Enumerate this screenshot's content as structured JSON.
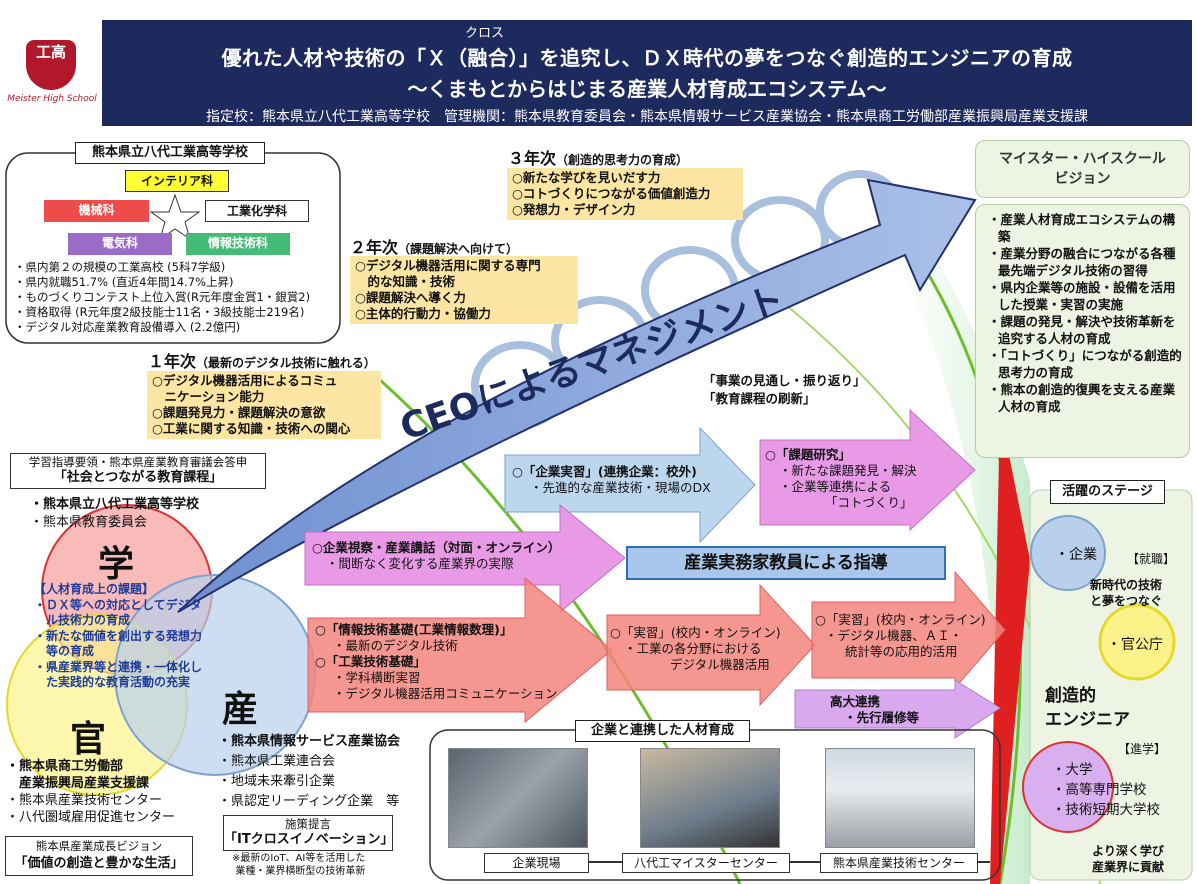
{
  "header": {
    "ruby": "クロス",
    "title1": "優れた人材や技術の「Ｘ（融合）」を追究し、ＤＸ時代の夢をつなぐ創造的エンジニアの育成",
    "title2": "～くまもとからはじまる産業人材育成エコシステム～",
    "sub": "指定校：熊本県立八代工業高等学校　管理機関：熊本県教育委員会・熊本県情報サービス産業協会・熊本県商工労働部産業振興局産業支援課",
    "logo_text": "Meister High School",
    "logo_mark": "工高"
  },
  "school": {
    "title": "熊本県立八代工業高等学校",
    "depts": [
      "インテリア科",
      "機械科",
      "工業化学科",
      "電気科",
      "情報技術科"
    ],
    "facts": [
      "・県内第２の規模の工業高校 (5科7学級)",
      "・県内就職51.7% (直近4年間14.7%上昇)",
      "・ものづくりコンテスト上位入賞(R元年度金賞1・銀賞2)",
      "・資格取得 (R元年度2級技能士11名・3級技能士219名)",
      "・デジタル対応産業教育設備導入 (2.2億円)"
    ]
  },
  "years": [
    {
      "label": "３年次",
      "sub": "（創造的思考力の育成）",
      "items": [
        "○新たな学びを見いだす力",
        "○コトづくりにつながる価値創造力",
        "○発想力・デザイン力"
      ]
    },
    {
      "label": "２年次",
      "sub": "（課題解決へ向けて）",
      "items": [
        "○デジタル機器活用に関する専門",
        "　的な知識・技術",
        "○課題解決へ導く力",
        "○主体的行動力・協働力"
      ]
    },
    {
      "label": "１年次",
      "sub": "（最新のデジタル技術に触れる）",
      "items": [
        "○デジタル機器活用によるコミュ",
        "　ニケーション能力",
        "○課題発見力・課題解決の意欲",
        "○工業に関する知識・技術への関心"
      ]
    }
  ],
  "ceo": "CEOによるマネジメント",
  "review": [
    "「事業の見通し・振り返り」",
    "「教育課程の刷新」"
  ],
  "vision": {
    "title1": "マイスター・ハイスクール",
    "title2": "ビジョン",
    "items": [
      "・産業人材育成エコシステムの構築",
      "・産業分野の融合につながる各種最先端デジタル技術の習得",
      "・県内企業等の施設・設備を活用した授業・実習の実施",
      "・課題の発見・解決や技術革新を追究する人材の育成",
      "・「コトづくり」につながる創造的思考力の育成",
      "・熊本の創造的復興を支える産業人材の育成"
    ]
  },
  "curriculum": {
    "line1": "学習指導要領・熊本県産業教育審議会答申",
    "line2": "「社会とつながる教育課程」"
  },
  "gaku": {
    "char": "学",
    "orgs": [
      "・熊本県立八代工業高等学校",
      "・熊本県教育委員会"
    ],
    "issue_title": "【人材育成上の課題】",
    "issues": [
      "・ＤＸ等への対応としてデジタ",
      "　ル技術力の育成",
      "・新たな価値を創出する発想力",
      "　等の育成",
      "・県産業界等と連携・一体化し",
      "　た実践的な教育活動の充実"
    ]
  },
  "kan": {
    "char": "官",
    "orgs": [
      "・熊本県商工労働部",
      "　産業振興局産業支援課",
      "・熊本県産業技術センター",
      "・八代圏域雇用促進センター"
    ],
    "vision1": "熊本県産業成長ビジョン",
    "vision2": "「価値の創造と豊かな生活」"
  },
  "san": {
    "char": "産",
    "orgs": [
      "・熊本県情報サービス産業協会",
      "・熊本県工業連合会",
      "・地域未来牽引企業",
      "・県認定リーディング企業　等"
    ],
    "policy1": "施策提言",
    "policy2": "「ITクロスイノベーション」",
    "note1": "※最新のIoT、AI等を活用した",
    "note2": "業種・業界横断型の技術革新"
  },
  "arrows": {
    "kigyo_jisshu": [
      "○「企業実習」(連携企業：校外)",
      "・先進的な産業技術・現場のDX"
    ],
    "kadai": [
      "○「課題研究」",
      "・新たな課題発見・解決",
      "・企業等連携による",
      "「コトづくり」"
    ],
    "shisatsu": [
      "○企業視察・産業講話（対面・オンライン）",
      "・間断なく変化する産業界の実際"
    ],
    "instructor": "産業実務家教員による指導",
    "kiso": [
      "○「情報技術基礎(工業情報数理)」",
      "・最新のデジタル技術",
      "○「工業技術基礎」",
      "・学科横断実習",
      "・デジタル機器活用コミュニケーション"
    ],
    "jisshu1": [
      "○「実習」(校内・オンライン)",
      "・工業の各分野における",
      "デジタル機器活用"
    ],
    "jisshu2": [
      "○「実習」(校内・オンライン)",
      "・デジタル機器、ＡＩ・",
      "統計等の応用的活用"
    ],
    "kodai": [
      "高大連携",
      "・先行履修等"
    ]
  },
  "partner": {
    "title": "企業と連携した人材育成",
    "captions": [
      "企業現場",
      "八代工マイスターセンター",
      "熊本県産業技術センター"
    ]
  },
  "stage": {
    "title": "活躍のステージ",
    "kigyo": "・企業",
    "shushoku": "【就職】",
    "tag1": "新時代の技術",
    "tag2": "と夢をつなぐ",
    "kancho": "・官公庁",
    "eng1": "創造的",
    "eng2": "エンジニア",
    "shingaku": "【進学】",
    "schools": [
      "・大学",
      "・高等専門学校",
      "・技術短期大学校"
    ],
    "tag3": "より深く学び",
    "tag4": "産業界に貢献"
  },
  "colors": {
    "navy": "#1c2a5e",
    "yellow_box": "#fde6a4",
    "pink": "#e89ae6",
    "red": "#f4847c",
    "lightblue": "#bcd6ee",
    "arrow_blue": "#7f9fd6"
  }
}
